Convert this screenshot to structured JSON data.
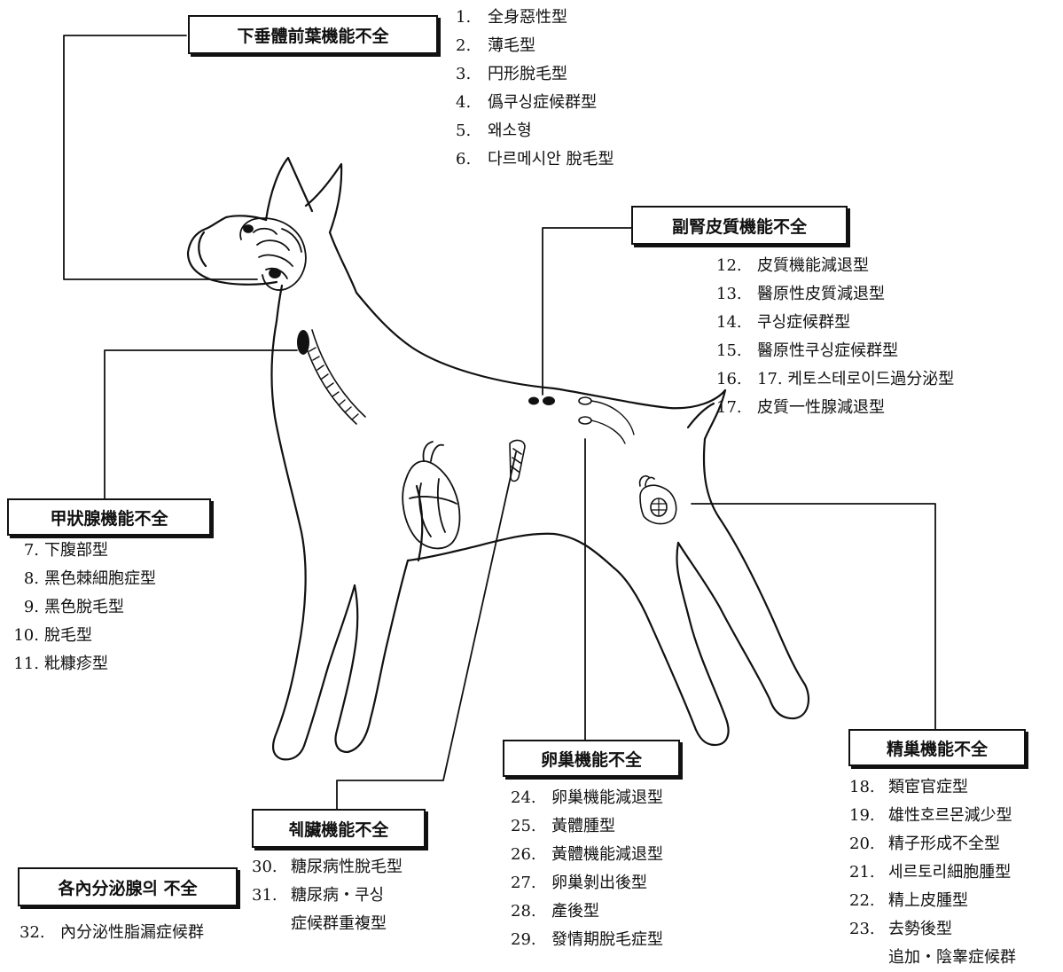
{
  "groups": {
    "pituitary": {
      "title": "下垂體前葉機能不全",
      "items": [
        {
          "num": "1.",
          "text": "全身惡性型"
        },
        {
          "num": "2.",
          "text": "薄毛型"
        },
        {
          "num": "3.",
          "text": "円形脫毛型"
        },
        {
          "num": "4.",
          "text": "僞쿠싱症候群型"
        },
        {
          "num": "5.",
          "text": "왜소형"
        },
        {
          "num": "6.",
          "text": "다르메시안 脫毛型"
        }
      ]
    },
    "adrenal": {
      "title": "副腎皮質機能不全",
      "items": [
        {
          "num": "12.",
          "text": "皮質機能減退型"
        },
        {
          "num": "13.",
          "text": "醫原性皮質減退型"
        },
        {
          "num": "14.",
          "text": "쿠싱症候群型"
        },
        {
          "num": "15.",
          "text": "醫原性쿠싱症候群型"
        },
        {
          "num": "16.",
          "text": "17. 케토스테로이드過分泌型"
        },
        {
          "num": "17.",
          "text": "皮質一性腺減退型"
        }
      ]
    },
    "thyroid": {
      "title": "甲狀腺機能不全",
      "items": [
        {
          "num": "7.",
          "text": "下腹部型"
        },
        {
          "num": "8.",
          "text": "黑色棘細胞症型"
        },
        {
          "num": "9.",
          "text": "黑色脫毛型"
        },
        {
          "num": "10.",
          "text": "脫毛型"
        },
        {
          "num": "11.",
          "text": "粃糠疹型"
        }
      ]
    },
    "ovary": {
      "title": "卵巢機能不全",
      "items": [
        {
          "num": "24.",
          "text": "卵巢機能減退型"
        },
        {
          "num": "25.",
          "text": "黃體腫型"
        },
        {
          "num": "26.",
          "text": "黃體機能減退型"
        },
        {
          "num": "27.",
          "text": "卵巢剝出後型"
        },
        {
          "num": "28.",
          "text": "產後型"
        },
        {
          "num": "29.",
          "text": "發情期脫毛症型"
        }
      ]
    },
    "testis": {
      "title": "精巢機能不全",
      "items": [
        {
          "num": "18.",
          "text": "類宦官症型"
        },
        {
          "num": "19.",
          "text": "雄性호르몬減少型"
        },
        {
          "num": "20.",
          "text": "精子形成不全型"
        },
        {
          "num": "21.",
          "text": "세르토리細胞腫型"
        },
        {
          "num": "22.",
          "text": "精上皮腫型"
        },
        {
          "num": "23.",
          "text": "去勢後型"
        },
        {
          "num": "",
          "text": "追加・陰睾症候群"
        }
      ]
    },
    "pancreas": {
      "title": "췌臟機能不全",
      "items": [
        {
          "num": "30.",
          "text": "糖尿病性脫毛型"
        },
        {
          "num": "31.",
          "text": "糖尿病・쿠싱"
        },
        {
          "num": "",
          "text": "症候群重複型"
        }
      ]
    },
    "general": {
      "title": "各內分泌腺의 不全",
      "items": [
        {
          "num": "32.",
          "text": "內分泌性脂漏症候群"
        }
      ]
    }
  }
}
